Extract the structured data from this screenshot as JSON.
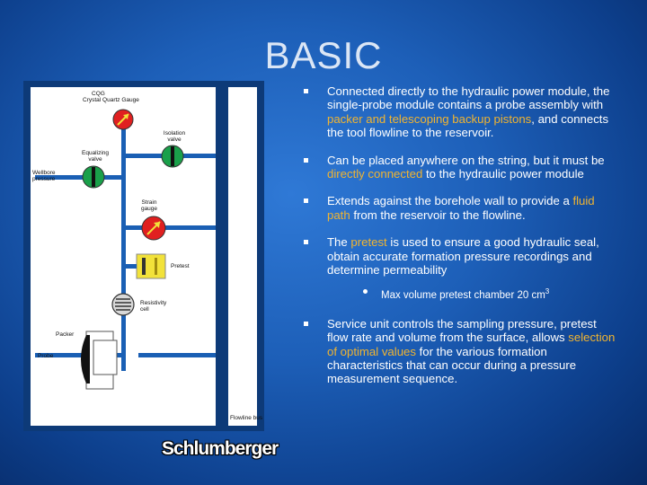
{
  "slide": {
    "title": "BASIC",
    "brand": "Schlumberger"
  },
  "diagram": {
    "labels": {
      "cqg": "CQG",
      "cqg_sub": "Crystal Quartz Gauge",
      "isolation_valve": "Isolation valve",
      "equalizing_valve": "Equalizing valve",
      "wellbore_pressure": "Wellbore pressure",
      "strain_gauge": "Strain gauge",
      "pretest": "Pretest",
      "resistivity_cell": "Resistivity cell",
      "packer": "Packer",
      "probe": "Probe",
      "flowline_bus": "Flowline bus"
    },
    "colors": {
      "flowline": "#1a5fb4",
      "gauge": "#e02020",
      "valve": "#1aa04a",
      "pretest": "#f2e23a"
    }
  },
  "bullets": [
    {
      "parts": [
        "Connected directly to the hydraulic power module, the single-probe module contains a probe assembly with ",
        "packer and telescoping backup pistons",
        ", and connects the tool flowline to the reservoir."
      ]
    },
    {
      "parts": [
        "Can be placed anywhere on the string, but it must be ",
        "directly connected",
        " to the hydraulic power module"
      ]
    },
    {
      "parts": [
        "Extends against the borehole wall to provide a ",
        "fluid path",
        " from the reservoir to the flowline."
      ]
    },
    {
      "parts": [
        "The ",
        "pretest",
        " is used to ensure a good hydraulic seal, obtain accurate formation pressure recordings and determine permeability"
      ],
      "sub": {
        "text": "Max volume pretest chamber 20 cm",
        "sup": "3"
      }
    },
    {
      "parts": [
        "Service unit controls the sampling pressure, pretest flow rate and volume from the surface, allows ",
        "selection of optimal values",
        " for the various formation characteristics that can occur during a pressure measurement sequence."
      ]
    }
  ],
  "highlight_color": "#f0b431"
}
